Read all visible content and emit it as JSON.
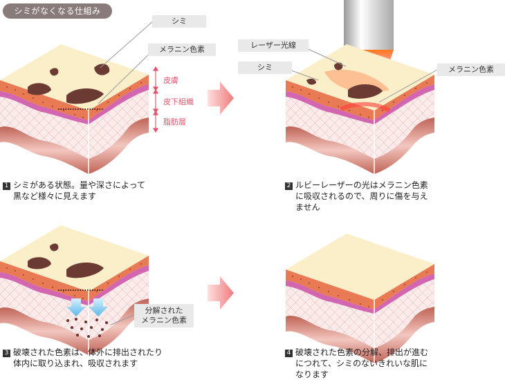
{
  "title": "シミがなくなる仕組み",
  "panel1": {
    "labels": {
      "shimi": "シミ",
      "melanin": "メラニン色素"
    },
    "layers": {
      "hifu": "皮膚",
      "hika": "皮下組織",
      "shibo": "脂肪層"
    },
    "num": "1",
    "caption_line1": "シミがある状態。量や深さによって",
    "caption_line2": "黒など様々に見えます"
  },
  "panel2": {
    "labels": {
      "laser": "レーザー光線",
      "shimi": "シミ",
      "melanin": "メラニン色素"
    },
    "num": "2",
    "caption_line1": "ルビーレーザーの光はメラニン色素",
    "caption_line2": "に吸収されるので、周りに傷を与え",
    "caption_line3": "ません"
  },
  "panel3": {
    "label_line1": "分解された",
    "label_line2": "メラニン色素",
    "num": "3",
    "caption_line1": "破壊された色素は、体外に排出されたり",
    "caption_line2": "体内に取り込まれ、吸収されます"
  },
  "panel4": {
    "num": "4",
    "caption_line1": "破壊された色素の分解、排出が進む",
    "caption_line2": "につれて、シミのないきれいな肌に",
    "caption_line3": "なります"
  },
  "colors": {
    "skin_top": "#fbefc9",
    "epidermis": "#e06a46",
    "dermis_pink": "#c94fa3",
    "spot": "#6b3a32",
    "arrow": "#f08a8a",
    "accent_text": "#e8536d",
    "drop_arrow": "#7cc5ee"
  }
}
